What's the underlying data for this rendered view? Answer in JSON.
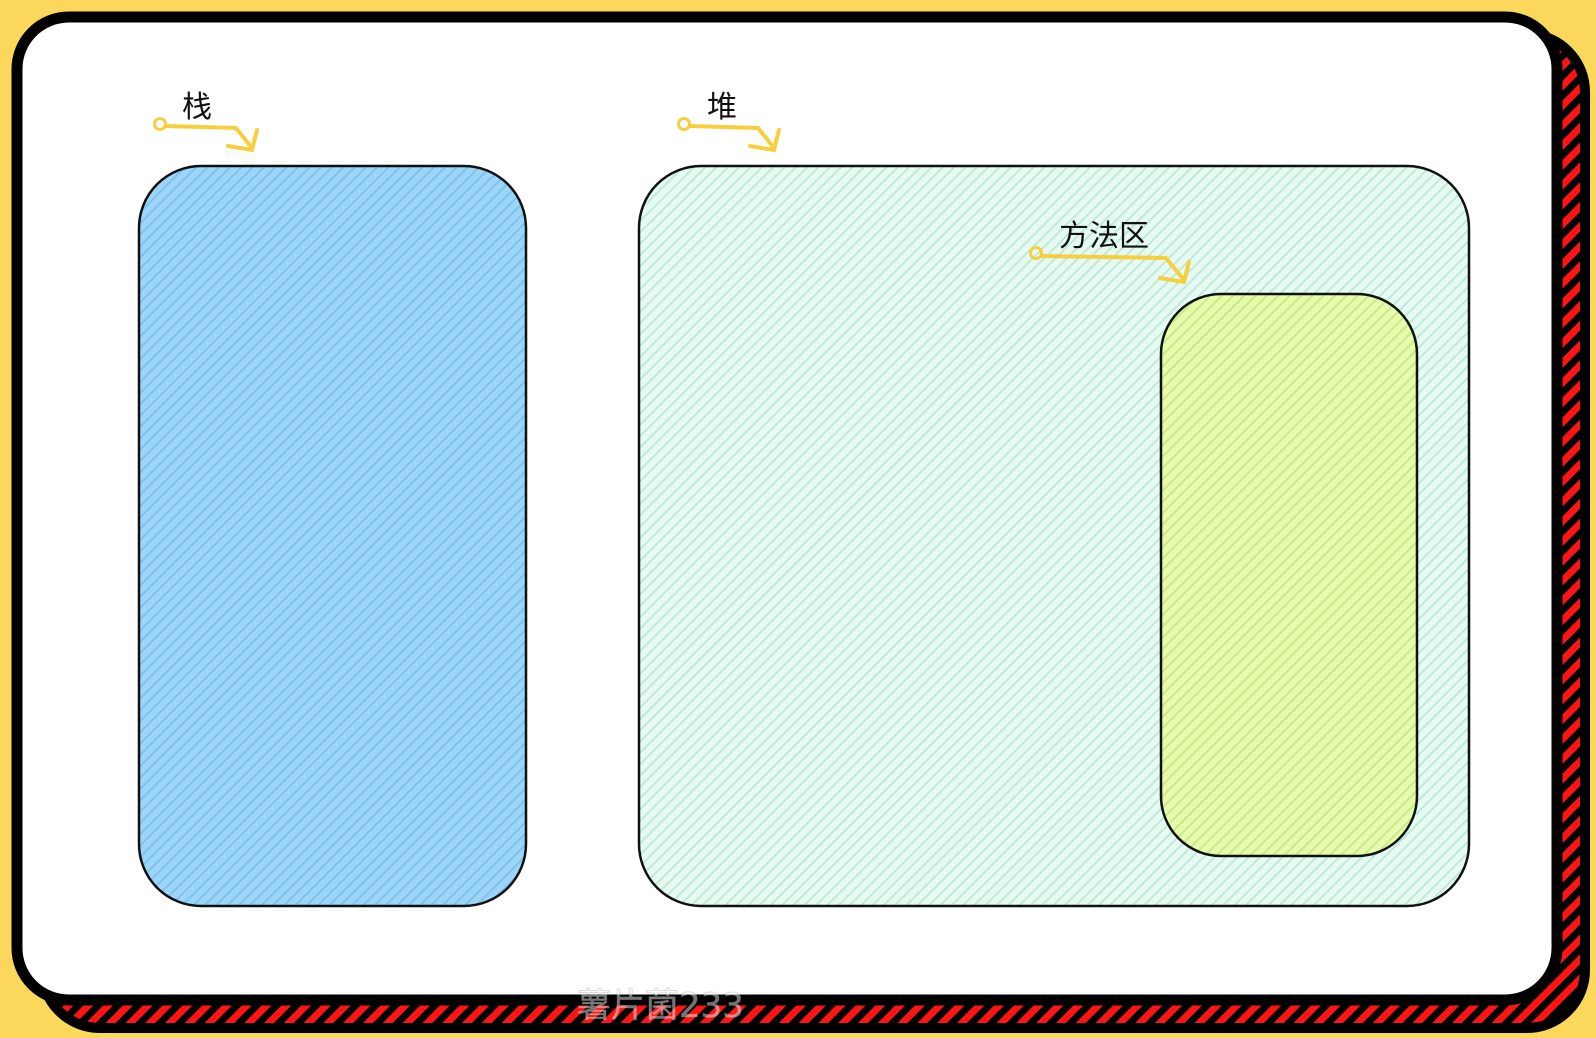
{
  "diagram": {
    "stack": {
      "label": "栈",
      "color": "#9bd4f8"
    },
    "heap": {
      "label": "堆",
      "color": "#e0f8ee"
    },
    "method_area": {
      "label": "方法区",
      "color": "#e2f9a8"
    }
  },
  "watermark": {
    "text": "薯片菌233"
  },
  "colors": {
    "background": "#fbd75b",
    "card": "#ffffff",
    "shadow": "#ff1010",
    "arrow": "#f7cf3e"
  }
}
